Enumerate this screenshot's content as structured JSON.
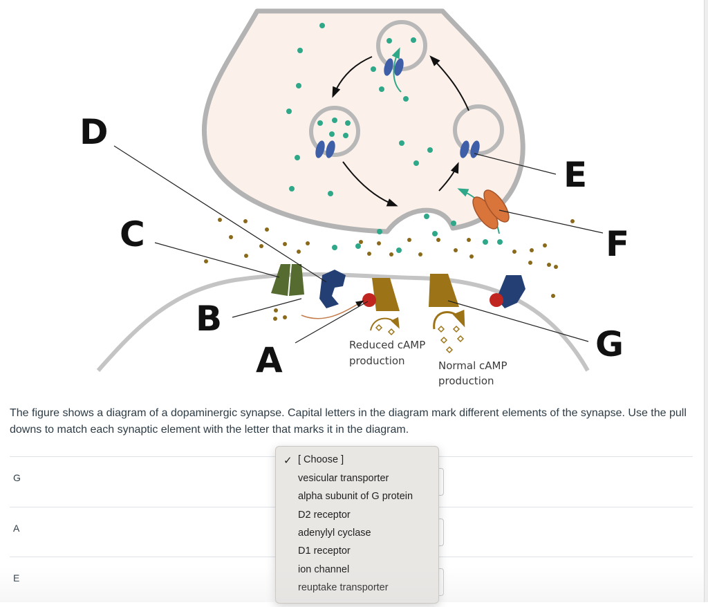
{
  "diagram": {
    "letters": {
      "d": "D",
      "c": "C",
      "b": "B",
      "a": "A",
      "e": "E",
      "f": "F",
      "g": "G"
    },
    "label_reduced_line1": "Reduced cAMP",
    "label_reduced_line2": "production",
    "label_normal_line1": "Normal cAMP",
    "label_normal_line2": "production",
    "colors": {
      "terminal_fill": "#fcf1ea",
      "membrane": "#b3b3b3",
      "dopamine": "#2fa88a",
      "receptor_blue": "#3e5fa8",
      "transporter_dark": "#233f73",
      "gprotein_gold": "#9c7417",
      "channel_green": "#556b2f",
      "orange": "#d9743a",
      "red": "#c0251f"
    }
  },
  "question": {
    "text": "The figure shows a diagram of a dopaminergic synapse. Capital letters in the diagram mark different elements of the synapse. Use the pull downs to match each synaptic element with the letter that marks it in the diagram."
  },
  "rows": [
    {
      "label": "G"
    },
    {
      "label": "A"
    },
    {
      "label": "E"
    }
  ],
  "dropdown": {
    "options": [
      "[ Choose ]",
      "vesicular transporter",
      "alpha subunit of G protein",
      "D2 receptor",
      "adenylyl cyclase",
      "D1 receptor",
      "ion channel",
      "reuptake transporter"
    ]
  }
}
